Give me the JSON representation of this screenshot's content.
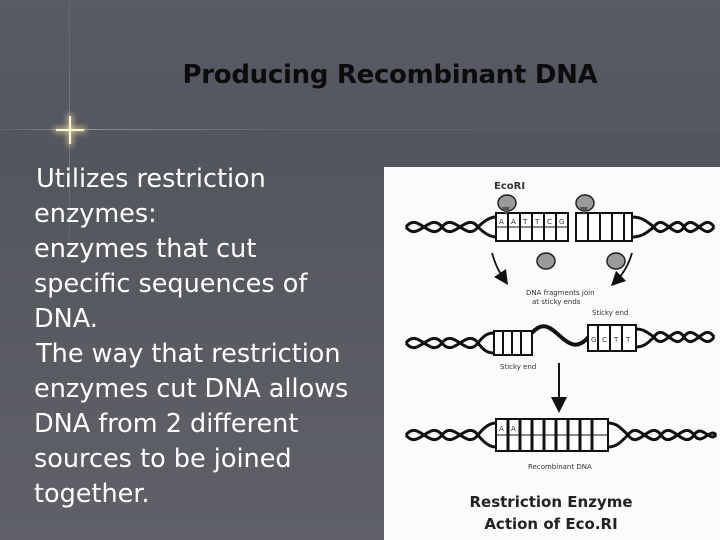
{
  "slide": {
    "title": "Producing Recombinant DNA",
    "body_lines": [
      " Utilizes restriction",
      "enzymes:",
      "enzymes that cut",
      "specific sequences of",
      "DNA.",
      " The way that restriction",
      "enzymes cut DNA allows",
      "DNA from 2 different",
      "sources to be joined",
      "together."
    ]
  },
  "figure": {
    "enzyme_label": "EcoRI",
    "label_fragments_join": [
      "DNA fragments join",
      "at sticky ends"
    ],
    "label_sticky_end_right": "Sticky end",
    "label_sticky_end_left": "Sticky end",
    "label_recombinant": "Recombinant DNA",
    "caption_line1": "Restriction Enzyme",
    "caption_line2": "Action of Eco.RI",
    "base_letters": [
      "A",
      "A",
      "T",
      "T",
      "C",
      "G",
      "G",
      "C",
      "T",
      "T",
      "A",
      "A"
    ]
  },
  "colors": {
    "background": "#53555e",
    "title": "#0c0c0c",
    "body_text": "#ffffff",
    "figure_bg": "#fbfbfb"
  }
}
